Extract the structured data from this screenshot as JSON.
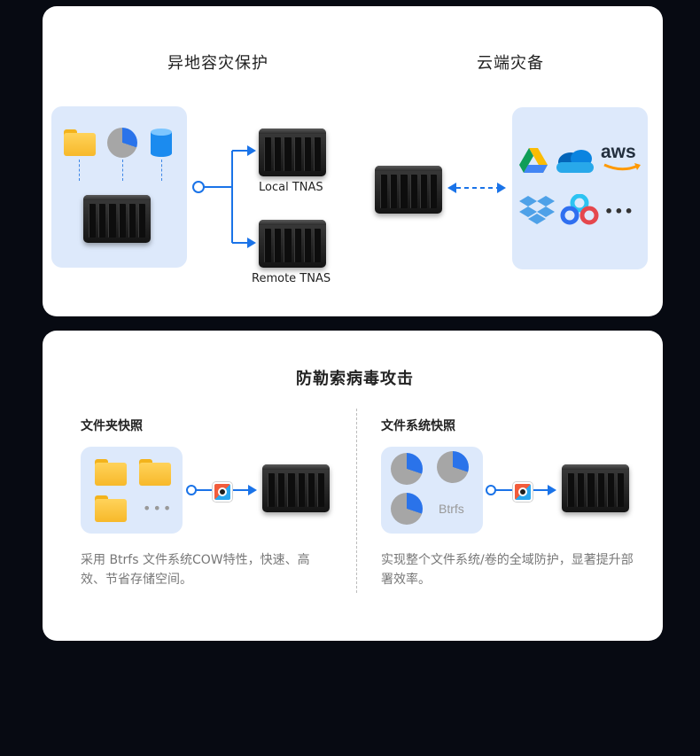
{
  "top_card": {
    "left_title": "异地容灾保护",
    "right_title": "云端灾备",
    "local_label": "Local TNAS",
    "remote_label": "Remote TNAS",
    "cloud_icons": [
      "google-drive-icon",
      "onedrive-icon",
      "aws-icon",
      "dropbox-icon",
      "baidu-netdisk-icon",
      "more-icon"
    ],
    "aws_text": "aws",
    "more_text": "•••"
  },
  "bottom_card": {
    "title": "防勒索病毒攻击",
    "folder_snapshot": {
      "subtitle": "文件夹快照",
      "more_text": "•••",
      "desc": "采用 Btrfs 文件系统COW特性，快速、高效、节省存储空间。"
    },
    "fs_snapshot": {
      "subtitle": "文件系统快照",
      "fs_label": "Btrfs",
      "desc": "实现整个文件系统/卷的全域防护，显著提升部署效率。"
    }
  },
  "colors": {
    "accent": "#1a73e8",
    "panel": "#dde9fb",
    "background": "#070a12",
    "folder": "#f7b92a"
  }
}
